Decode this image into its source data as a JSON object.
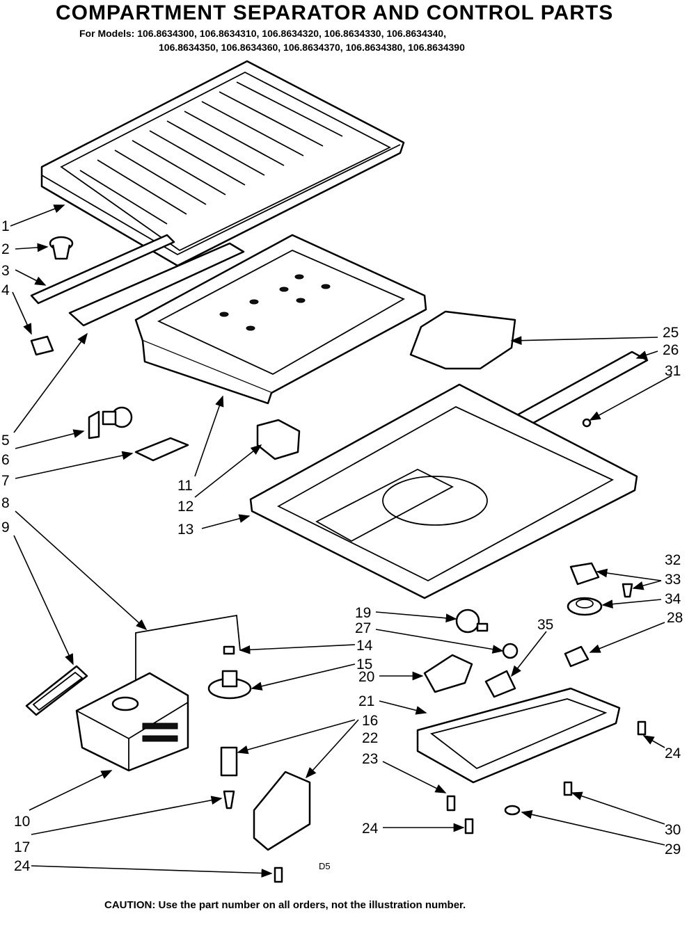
{
  "header": {
    "title": "COMPARTMENT SEPARATOR AND CONTROL PARTS",
    "models_line1": "For Models: 106.8634300, 106.8634310, 106.8634320, 106.8634330, 106.8634340,",
    "models_line2": "106.8634350, 106.8634360, 106.8634370, 106.8634380, 106.8634390"
  },
  "footer": {
    "caution": "CAUTION: Use the part number on all orders, not the illustration number.",
    "code": "D5"
  },
  "callouts": {
    "c1": "1",
    "c2": "2",
    "c3": "3",
    "c4": "4",
    "c5": "5",
    "c6": "6",
    "c7": "7",
    "c8": "8",
    "c9": "9",
    "c10": "10",
    "c11": "11",
    "c12": "12",
    "c13": "13",
    "c14": "14",
    "c15": "15",
    "c16": "16",
    "c17": "17",
    "c19": "19",
    "c20": "20",
    "c21": "21",
    "c22": "22",
    "c23": "23",
    "c24a": "24",
    "c24b": "24",
    "c24c": "24",
    "c25": "25",
    "c26": "26",
    "c27": "27",
    "c28": "28",
    "c29": "29",
    "c30": "30",
    "c31": "31",
    "c32": "32",
    "c33": "33",
    "c34": "34",
    "c35": "35"
  }
}
